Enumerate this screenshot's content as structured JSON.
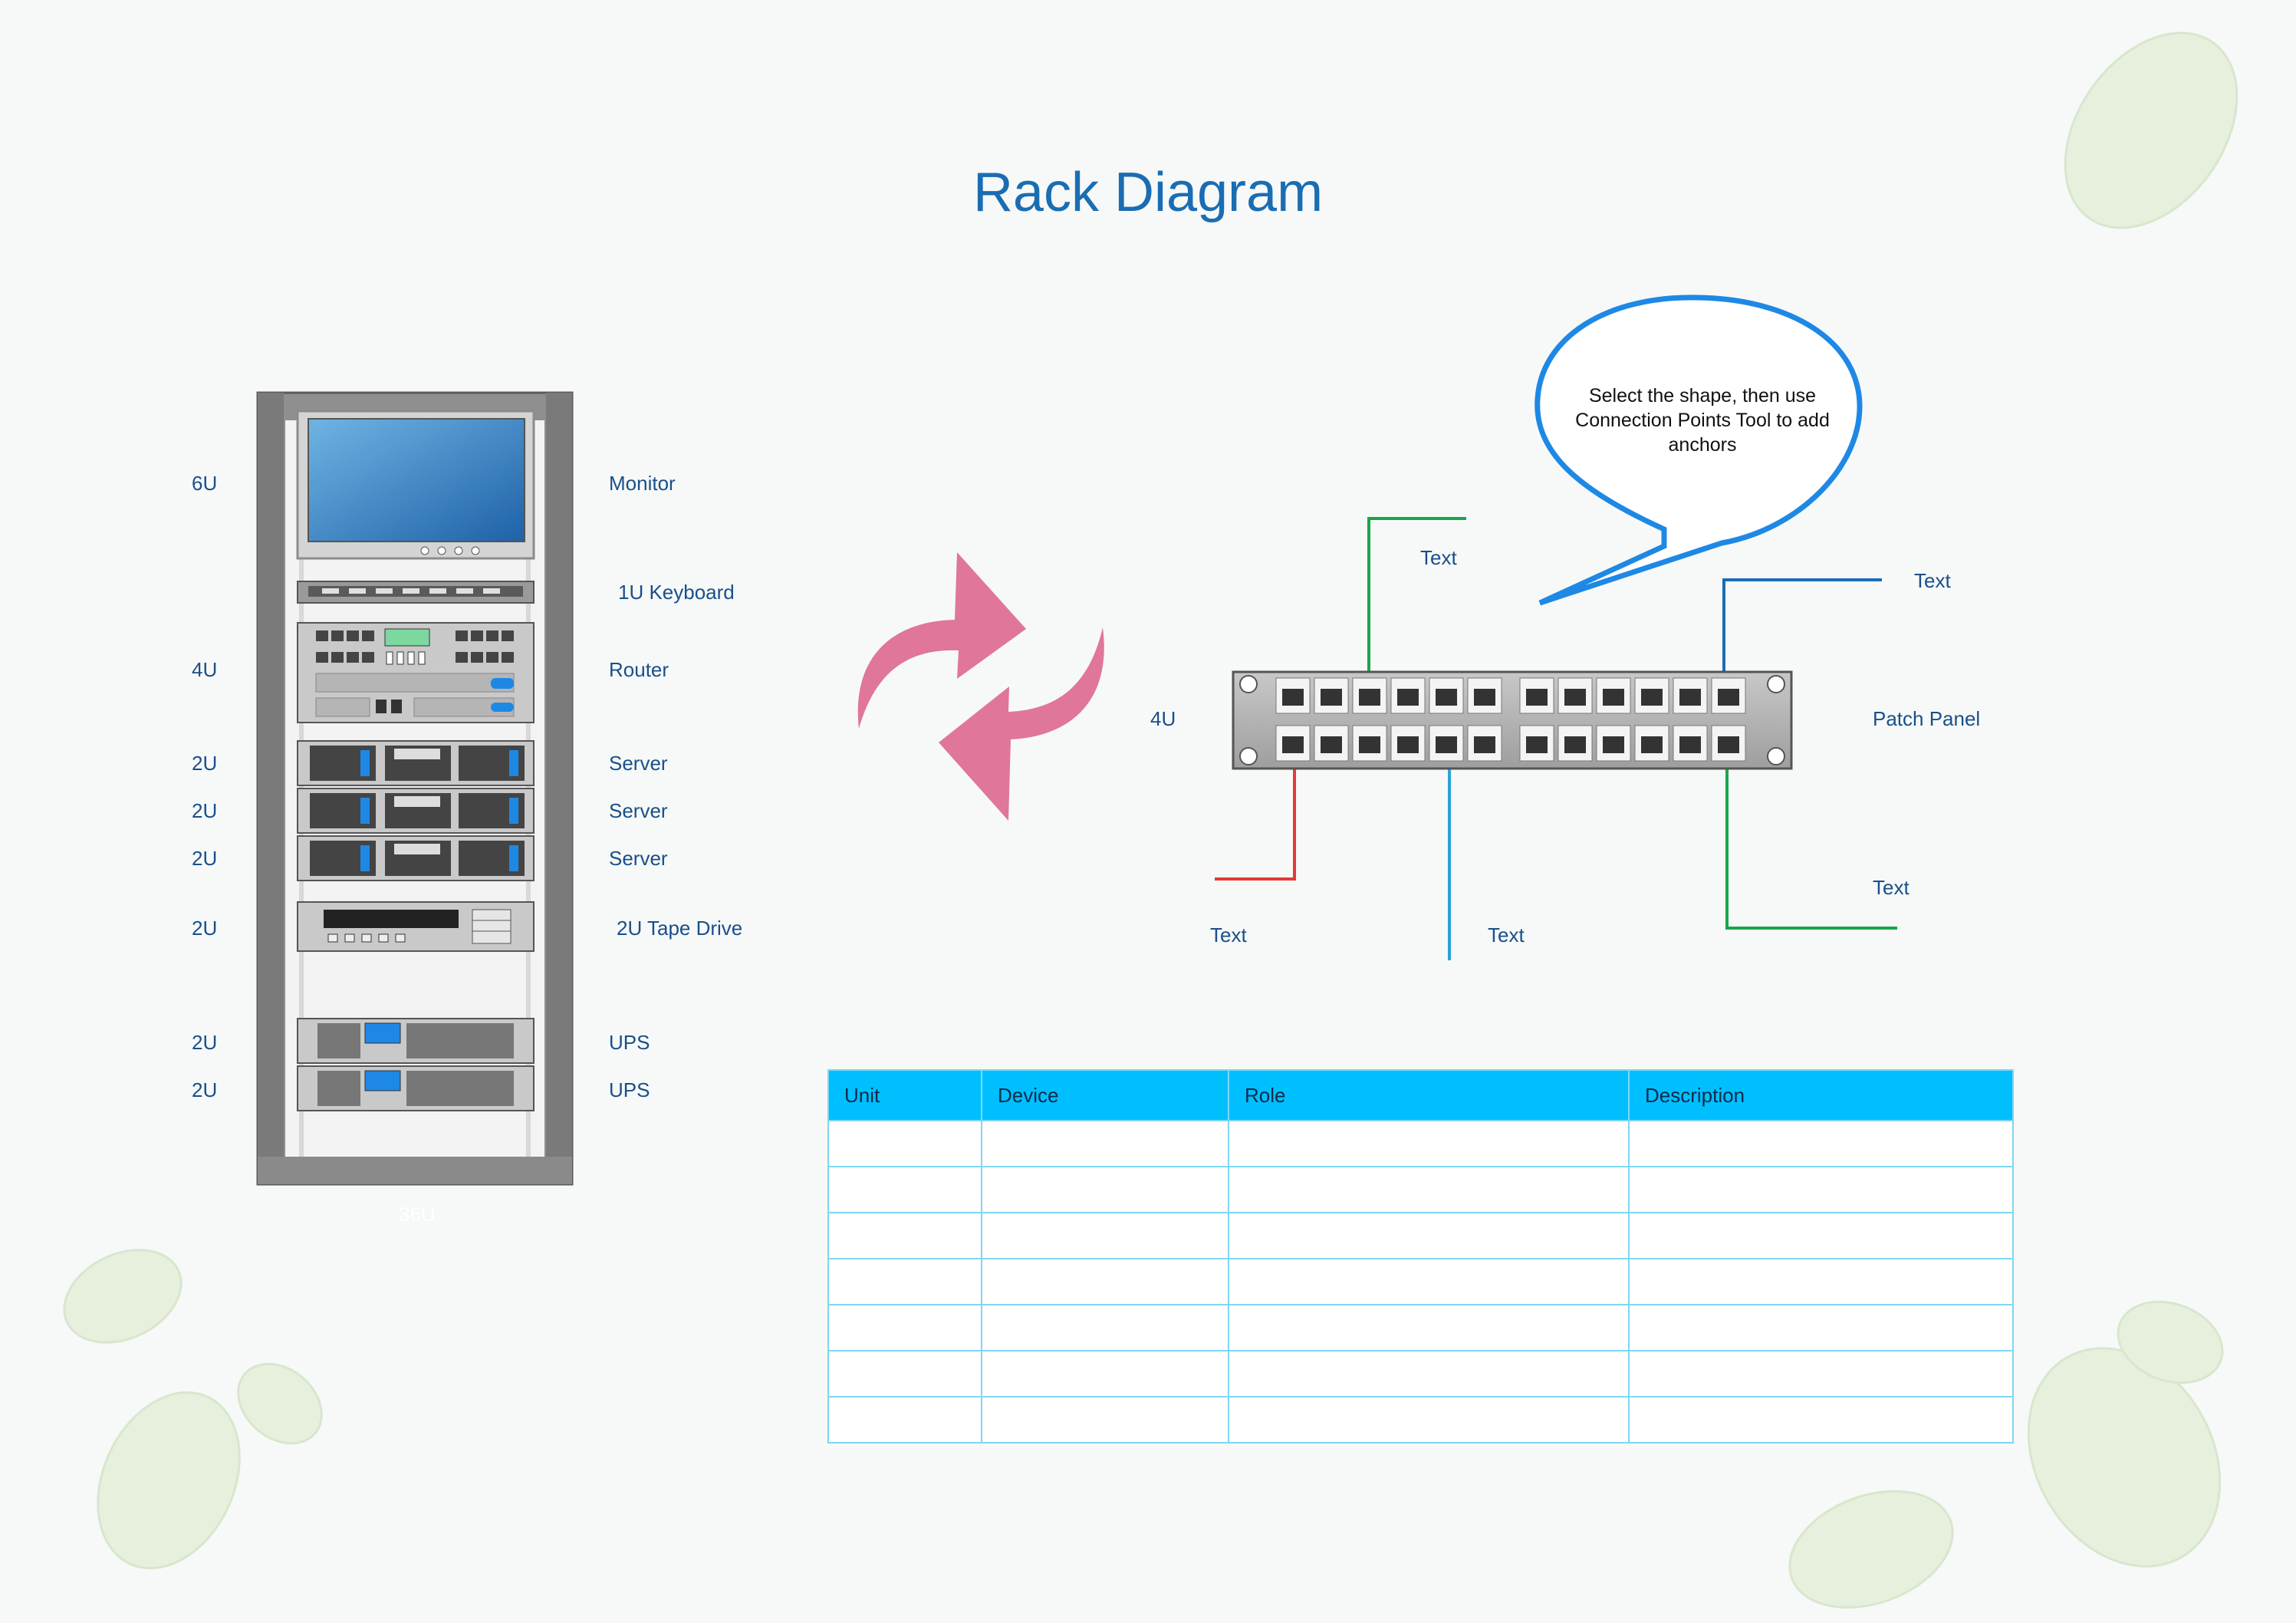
{
  "title": "Rack Diagram",
  "rack": {
    "bottom_label": "36U",
    "units": [
      {
        "unit": "6U",
        "device": "Monitor"
      },
      {
        "unit": "",
        "device": "1U Keyboard"
      },
      {
        "unit": "4U",
        "device": "Router"
      },
      {
        "unit": "2U",
        "device": "Server"
      },
      {
        "unit": "2U",
        "device": "Server"
      },
      {
        "unit": "2U",
        "device": "Server"
      },
      {
        "unit": "2U",
        "device": "2U Tape Drive"
      },
      {
        "unit": "2U",
        "device": "UPS"
      },
      {
        "unit": "2U",
        "device": "UPS"
      }
    ]
  },
  "patch_panel": {
    "unit": "4U",
    "label": "Patch Panel",
    "callout": "Select the shape, then use Connection Points Tool to add anchors",
    "connector_labels": [
      "Text",
      "Text",
      "Text",
      "Text",
      "Text"
    ],
    "colors": {
      "green": "#1aa64a",
      "blue": "#1a6db3",
      "red": "#e53935",
      "cyan": "#29a3d9"
    }
  },
  "table": {
    "headers": [
      "Unit",
      "Device",
      "Role",
      "Description"
    ],
    "rows": [
      [
        "",
        "",
        "",
        ""
      ],
      [
        "",
        "",
        "",
        ""
      ],
      [
        "",
        "",
        "",
        ""
      ],
      [
        "",
        "",
        "",
        ""
      ],
      [
        "",
        "",
        "",
        ""
      ],
      [
        "",
        "",
        "",
        ""
      ],
      [
        "",
        "",
        "",
        ""
      ]
    ]
  }
}
